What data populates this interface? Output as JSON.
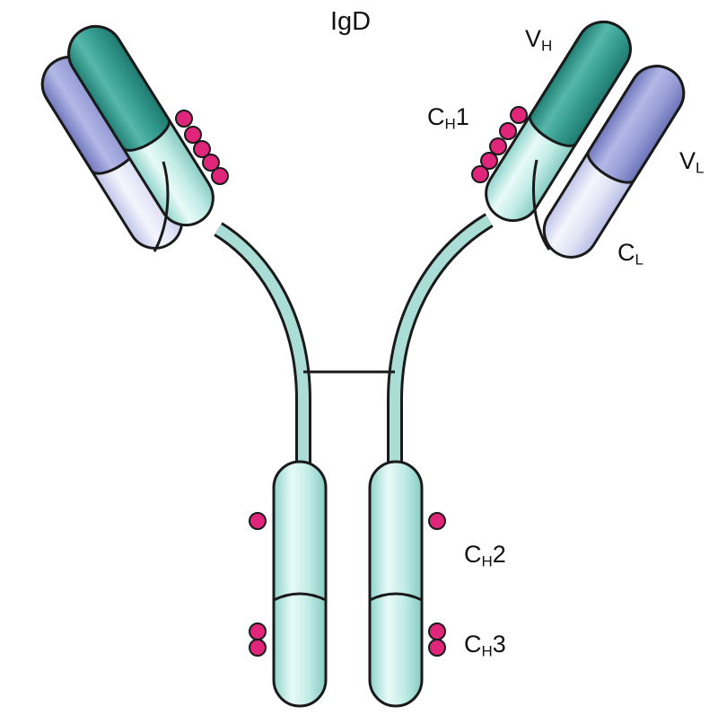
{
  "title": "IgD",
  "labels": {
    "vh": {
      "main": "V",
      "sub": "H"
    },
    "ch1": {
      "main": "C",
      "sub": "H",
      "suffix": "1"
    },
    "vl": {
      "main": "V",
      "sub": "L"
    },
    "cl": {
      "main": "C",
      "sub": "L"
    },
    "ch2": {
      "main": "C",
      "sub": "H",
      "suffix": "2"
    },
    "ch3": {
      "main": "C",
      "sub": "H",
      "suffix": "3"
    }
  },
  "colors": {
    "heavy_variable": "#2f9c90",
    "heavy_constant": "#bdebe6",
    "light_variable": "#8e95d0",
    "light_constant": "#dde0f4",
    "carbohydrate": "#e0267a",
    "outline": "#1a1a1a"
  }
}
